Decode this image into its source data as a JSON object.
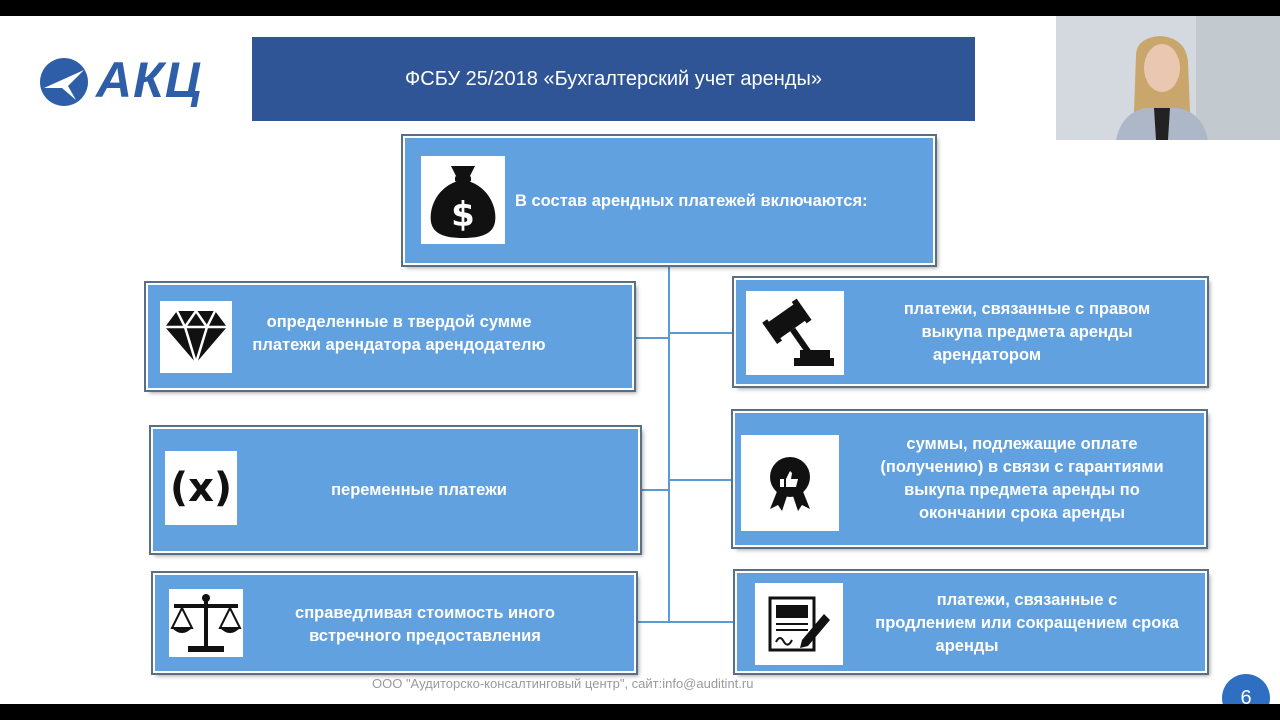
{
  "logo": {
    "text": "АКЦ",
    "brand_color": "#2e5ea8"
  },
  "title": {
    "text": "ФСБУ 25/2018 «Бухгалтерский учет аренды»",
    "color": "#2f5597"
  },
  "colors": {
    "box_fill": "#62a1df",
    "box_border": "#5a6e85",
    "connector": "#5b9bd5"
  },
  "root": {
    "label": "В состав арендных платежей включаются:",
    "icon": "money-bag-icon"
  },
  "items_left": [
    {
      "label_lines": [
        "определенные в твердой сумме",
        "платежи арендатора арендодателю"
      ],
      "icon": "diamond-icon"
    },
    {
      "label_lines": [
        "переменные платежи"
      ],
      "icon": "variable-x-icon",
      "icon_text": "(x)"
    },
    {
      "label_lines": [
        "справедливая стоимость иного",
        "встречного предоставления"
      ],
      "icon": "scales-icon"
    }
  ],
  "items_right": [
    {
      "label_lines": [
        "платежи, связанные с правом",
        "выкупа предмета аренды",
        "арендатором"
      ],
      "icon": "gavel-icon"
    },
    {
      "label_lines": [
        "суммы, подлежащие оплате",
        "(получению) в связи с  гарантиями",
        "выкупа предмета аренды по",
        "окончании срока аренды"
      ],
      "icon": "award-badge-icon"
    },
    {
      "label_lines": [
        "платежи, связанные с",
        "продлением или сокращением срока",
        "аренды"
      ],
      "icon": "contract-sign-icon"
    }
  ],
  "footer": {
    "text": "ООО \"Аудиторско-консалтинговый центр\", сайт:info@auditint.ru"
  },
  "page_number": "6"
}
